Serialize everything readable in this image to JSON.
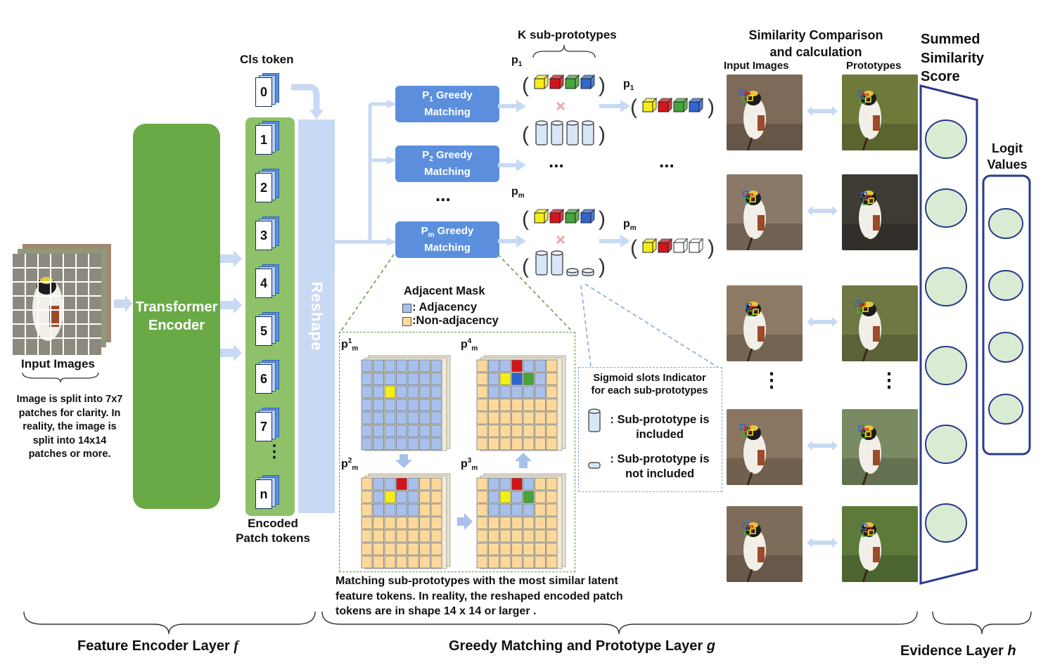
{
  "labels": {
    "cls_token": "Cls token",
    "transformer_1": "Transformer",
    "transformer_2": "Encoder",
    "reshape": "Reshape",
    "encoded_1": "Encoded",
    "encoded_2": "Patch tokens",
    "input_images": "Input Images",
    "split_note": [
      "Image is split into 7x7",
      "patches for clarity. In",
      "reality, the image is",
      "split into 14x14",
      "patches or more."
    ],
    "k_subprototypes": "K sub-prototypes",
    "sim_1": "Similarity Comparison",
    "sim_2": "and calculation",
    "sim_input": "Input Images",
    "sim_proto": "Prototypes",
    "summed_1": "Summed",
    "summed_2": "Similarity",
    "summed_3": "Score",
    "logit_1": "Logit",
    "logit_2": "Values",
    "adjacent_mask": "Adjacent Mask",
    "adjacency": ": Adjacency",
    "non_adjacency": ":Non-adjacency",
    "sigmoid_1": "Sigmoid slots Indicator",
    "sigmoid_2": "for each sub-prototypes",
    "included_1": ": Sub-prototype is",
    "included_2": "included",
    "not_included_1": ": Sub-prototype is",
    "not_included_2": "not included",
    "matching_note": [
      "Matching sub-prototypes with the most similar latent",
      "feature tokens. In reality, the reshaped encoded patch",
      "tokens are in shape 14 x 14 or larger ."
    ],
    "layer_f": "Feature Encoder Layer",
    "layer_f_sym": "f",
    "layer_g": "Greedy Matching and Prototype Layer",
    "layer_g_sym": "g",
    "layer_h": "Evidence Layer",
    "layer_h_sym": "h",
    "dots": "...",
    "vdots": "⋮"
  },
  "tokens": [
    "0",
    "1",
    "2",
    "3",
    "4",
    "5",
    "6",
    "7",
    "n"
  ],
  "greedy": [
    {
      "p": "P",
      "sub": "1",
      "text": "Greedy",
      "text2": "Matching"
    },
    {
      "p": "P",
      "sub": "2",
      "text": "Greedy",
      "text2": "Matching"
    },
    {
      "p": "P",
      "sub": "m",
      "text": "Greedy",
      "text2": "Matching"
    }
  ],
  "proto_labels": {
    "p1_main": "p",
    "p1_sub": "1",
    "pm_main": "p",
    "pm_sub": "m"
  },
  "mask_grids": [
    {
      "label": "p",
      "sup": "1",
      "sub": "m"
    },
    {
      "label": "p",
      "sup": "4",
      "sub": "m"
    },
    {
      "label": "p",
      "sup": "2",
      "sub": "m"
    },
    {
      "label": "p",
      "sup": "3",
      "sub": "m"
    }
  ],
  "colors": {
    "green_encoder": "#6aaa46",
    "blue_box": "#5b8fde",
    "light_blue": "#c8d9f4",
    "adjacency": "#a8c0ec",
    "non_adjacency": "#fcd99a",
    "navy": "#2b3a8c"
  }
}
